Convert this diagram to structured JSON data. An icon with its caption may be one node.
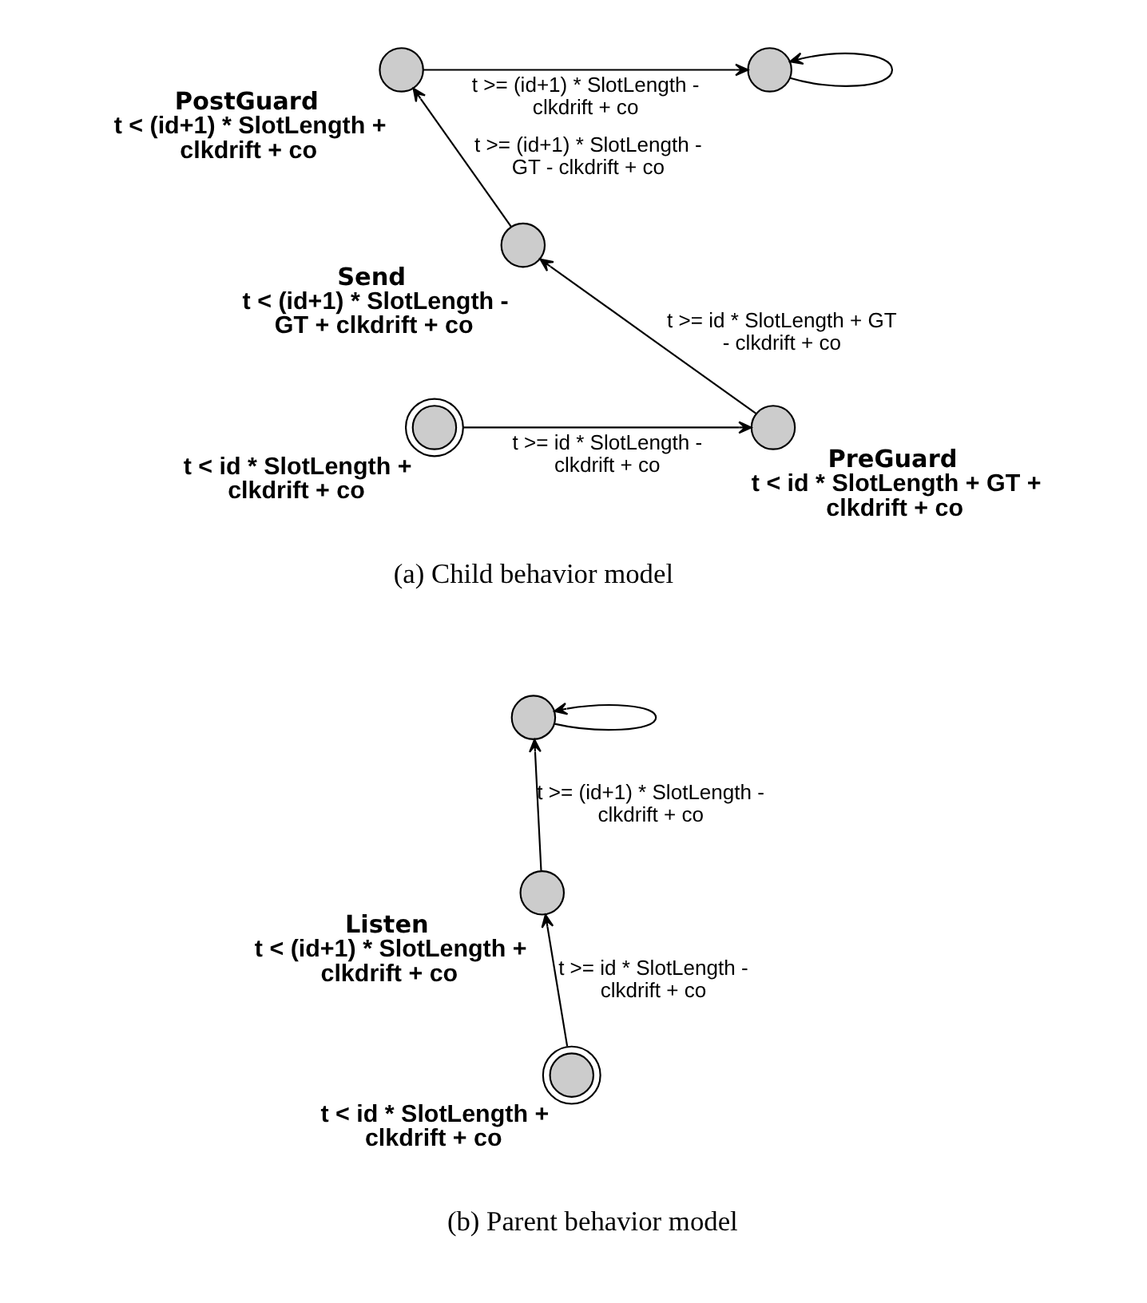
{
  "diagram": {
    "nodes": [
      {
        "text": [],
        "shape": "circle"
      },
      {
        "text": [
          "PostGuard"
        ],
        "beside": [
          "t < (id+1) * SlotLength + clkdrift + co"
        ]
      },
      {
        "text": [
          "Send"
        ],
        "beside": [
          "t < (id+1) * SlotLength - GT + clkdrift + co"
        ]
      },
      {
        "text": [],
        "shape": "circle",
        "beside": [
          "t < id * SlotLength + clkdrift + co"
        ]
      },
      {
        "text": [
          "PreGuard"
        ],
        "beside": [
          "t < id * SlotLength + GT + clkdrift + co"
        ]
      },
      {
        "text": [],
        "shape": "circle"
      },
      {
        "text": [
          "Listen"
        ],
        "beside": [
          "t < (id+1) * SlotLength + clkdrift + co"
        ]
      },
      {
        "text": [],
        "shape": "circle",
        "beside": [
          "t < id * SlotLength + clkdrift + co"
        ]
      }
    ],
    "edges": [
      {
        "from": 0,
        "to": 0,
        "arrow": "to"
      },
      {
        "from": 1,
        "to": 0,
        "arrow": "to",
        "label": "t >= (id+1) * SlotLength - clkdrift + co"
      },
      {
        "from": 2,
        "to": 1,
        "arrow": "to",
        "label": "t >= (id+1) * SlotLength - GT - clkdrift + co"
      },
      {
        "from": 4,
        "to": 2,
        "arrow": "to",
        "label": "t >= id * SlotLength + GT - clkdrift + co"
      },
      {
        "from": 3,
        "to": 4,
        "arrow": "to",
        "label": "t >= id * SlotLength - clkdrift + co"
      },
      {
        "from": 6,
        "to": 5,
        "arrow": "to",
        "label": "t >= (id+1) * SlotLength - clkdrift + co"
      },
      {
        "from": 5,
        "to": 5,
        "arrow": "to"
      },
      {
        "from": 7,
        "to": 6,
        "arrow": "to",
        "label": "t >= id * SlotLength - clkdrift + co"
      }
    ],
    "labels": [
      "(a) Child behavior model",
      "(b) Parent behavior model"
    ]
  }
}
